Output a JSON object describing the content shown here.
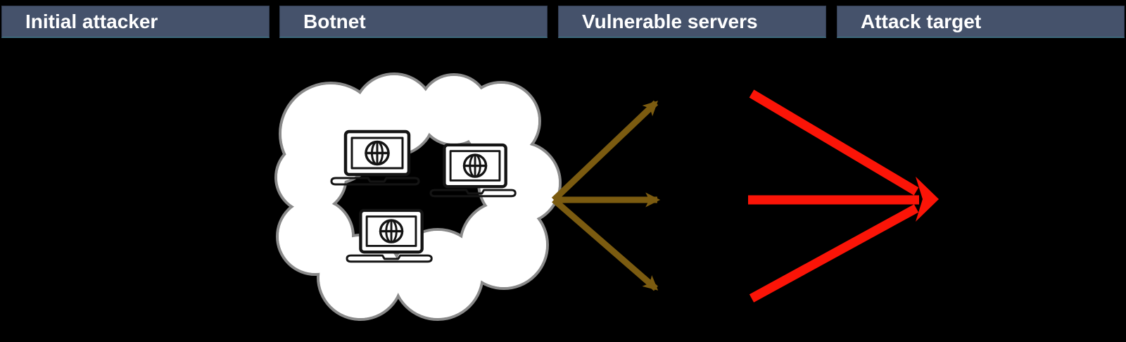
{
  "headers": {
    "bg": "#45526B",
    "text_color": "#FFFFFF",
    "items": [
      {
        "label": "Initial attacker"
      },
      {
        "label": "Botnet"
      },
      {
        "label": "Vulnerable servers"
      },
      {
        "label": "Attack target"
      }
    ]
  },
  "colors": {
    "background": "#000000",
    "header_bg": "#45526B",
    "header_text": "#FFFFFF",
    "cloud_fill": "#FFFFFF",
    "cloud_stroke": "#8A8A8A",
    "device_stroke": "#141414",
    "request_arrow": "#7B5B10",
    "attack_arrow": "#FB1407"
  },
  "icons": {
    "botnet_cloud": "cloud-icon",
    "botnet_device": "laptop-globe-icon"
  },
  "diagram": {
    "botnet_device_count": 3,
    "request_arrow_count": 3,
    "attack_arrow_count": 3
  }
}
